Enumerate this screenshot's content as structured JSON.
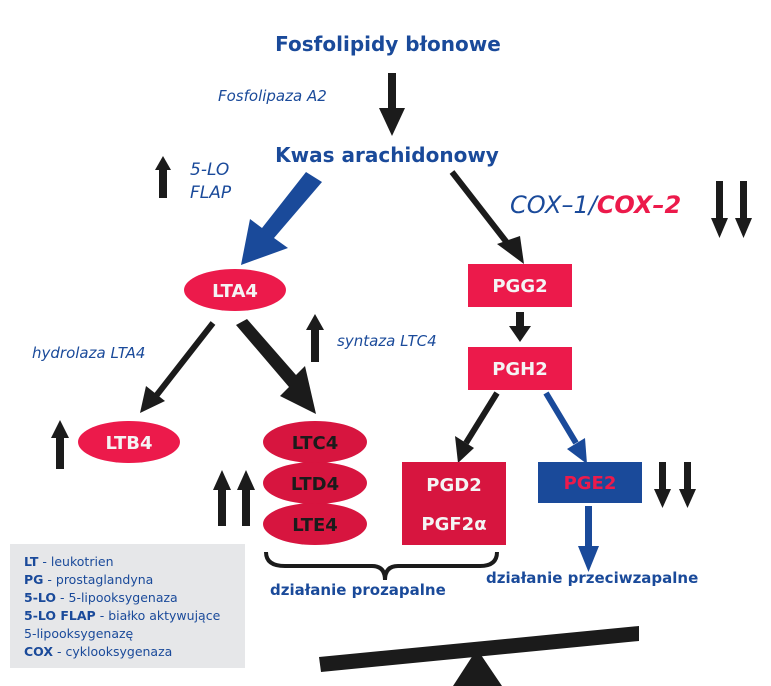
{
  "colors": {
    "blue": "#1a4a9a",
    "red": "#ec1a4b",
    "dark_red": "#d7153f",
    "black": "#1b1b1b",
    "legend_bg": "#e6e7e9"
  },
  "diagram": {
    "title_top": "Fosfolipidy błonowe",
    "enzyme_pla2": "Fosfolipaza A2",
    "arachidonic": "Kwas arachidonowy",
    "enzyme_5lo": "5-LO",
    "enzyme_flap": "FLAP",
    "cox1": "COX–1/",
    "cox2": "COX–2",
    "hydrolase": "hydrolaza LTA4",
    "synthase": "syntaza LTC4",
    "nodes": {
      "lta4": "LTA4",
      "ltb4": "LTB4",
      "ltc4": "LTC4",
      "ltd4": "LTD4",
      "lte4": "LTE4",
      "pgg2": "PGG2",
      "pgh2": "PGH2",
      "pgd2": "PGD2",
      "pgf2a": "PGF2α",
      "pge2": "PGE2"
    },
    "effect_pro": "działanie prozapalne",
    "effect_anti": "działanie przeciwzapalne",
    "regulation": {
      "five_lo_flap": "up",
      "cox": "down-down",
      "ltc4_synthase": "up",
      "ltb4": "up",
      "cysteinyl_leukotrienes": "up-up",
      "pge2": "down-down"
    }
  },
  "legend": [
    {
      "abbr": "LT",
      "desc": " - leukotrien"
    },
    {
      "abbr": "PG",
      "desc": " - prostaglandyna"
    },
    {
      "abbr": "5-LO",
      "desc": " - 5-lipooksygenaza"
    },
    {
      "abbr": "5-LO FLAP",
      "desc": " - białko aktywujące"
    },
    {
      "abbr": "",
      "desc": "5-lipooksygenazę"
    },
    {
      "abbr": "COX",
      "desc": " - cyklooksygenaza"
    }
  ]
}
